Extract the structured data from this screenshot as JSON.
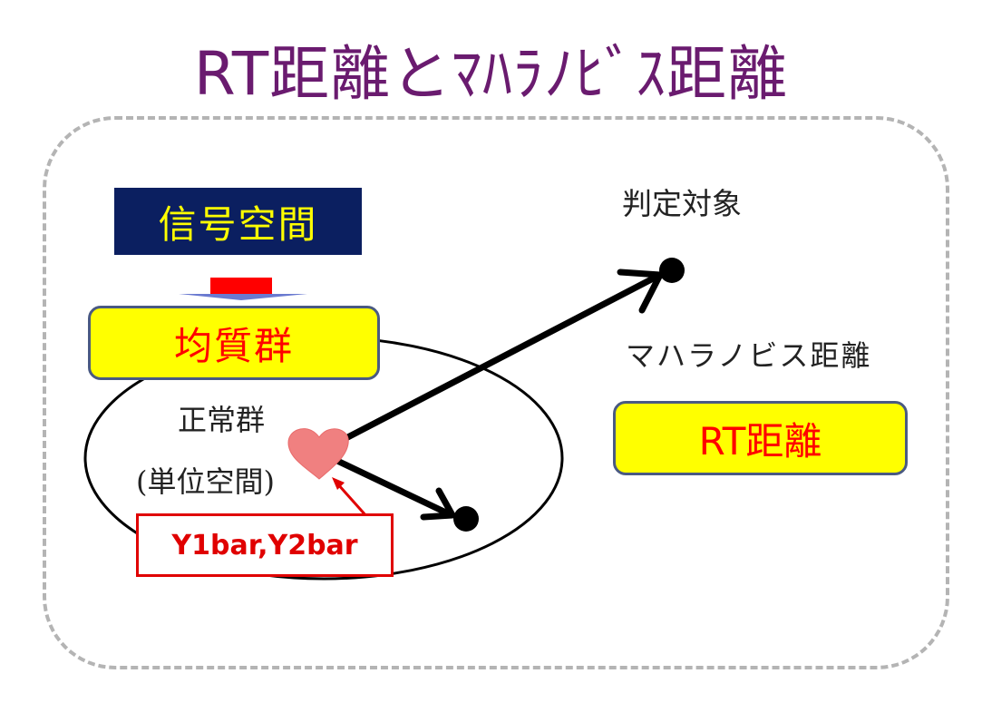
{
  "title": "RT距離とﾏﾊﾗﾉﾋﾞｽ距離",
  "labels": {
    "signal_space": "信号空間",
    "homogeneous_group": "均質群",
    "judgment_target": "判定対象",
    "mahalanobis_distance": "マハラノビス距離",
    "rt_distance": "RT距離",
    "normal_group": "正常群",
    "unit_space": "(単位空間)",
    "y_bar": "Y1bar,Y2bar"
  },
  "colors": {
    "title": "#6a1b6f",
    "signal_box_bg": "#0b1f60",
    "signal_box_text": "#ffff00",
    "highlight_box_bg": "#ffff00",
    "highlight_box_text": "#ff0000",
    "down_arrow": "#ff0000",
    "heart": "#f08080",
    "frame": "#b4b4b4"
  },
  "icons": {
    "down_arrow": "red-down-arrow-icon",
    "centroid_marker": "heart-icon"
  }
}
